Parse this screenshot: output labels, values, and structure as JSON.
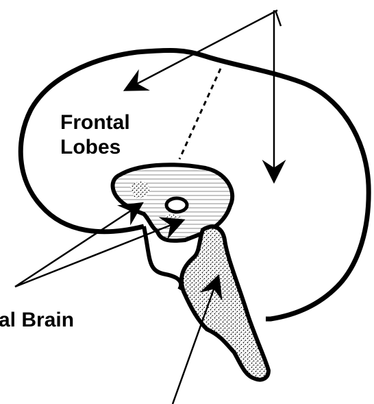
{
  "labels": {
    "frontal_line1": "Frontal",
    "frontal_line2": "Lobes",
    "brain_fragment": "al Brain"
  },
  "colors": {
    "ink": "#000000",
    "paper": "#ffffff"
  }
}
